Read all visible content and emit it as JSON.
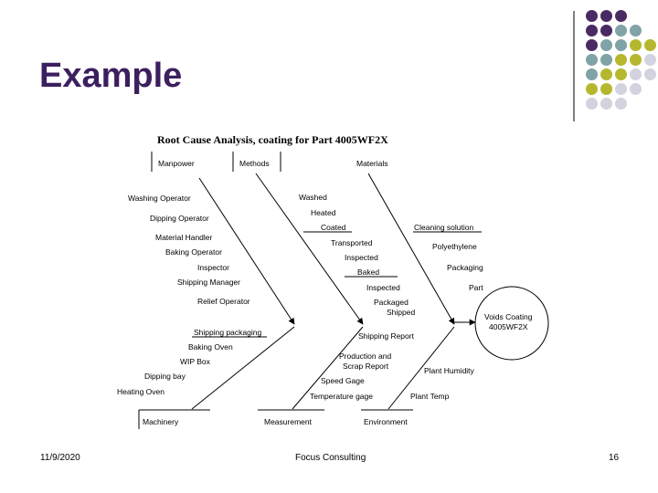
{
  "slide": {
    "title": "Example",
    "date": "11/9/2020",
    "company": "Focus Consulting",
    "page_number": "16",
    "palette": [
      "#4a2a63",
      "#7fa3a6",
      "#b5b82e",
      "#d3d3e0"
    ]
  },
  "diagram": {
    "title": "Root Cause Analysis, coating for Part 4005WF2X",
    "categories": {
      "manpower": "Manpower",
      "methods": "Methods",
      "materials": "Materials",
      "machinery": "Machinery",
      "measurement": "Measurement",
      "environment": "Environment"
    },
    "manpower_causes": [
      "Washing Operator",
      "Dipping Operator",
      "Material Handler",
      "Baking Operator",
      "Inspector",
      "Shipping Manager",
      "Relief Operator"
    ],
    "methods_causes": [
      "Washed",
      "Heated",
      "Coated",
      "Transported",
      "Inspected",
      "Baked",
      "Inspected",
      "Packaged",
      "Shipped"
    ],
    "materials_causes": [
      "Cleaning solution",
      "Polyethylene",
      "Packaging",
      "Part"
    ],
    "machinery_causes": [
      "Shipping packaging",
      "Baking Oven",
      "WIP Box",
      "Dipping bay",
      "Heating Oven"
    ],
    "measurement_causes": [
      "Shipping Report",
      "Production and",
      "Scrap Report",
      "Speed Gage",
      "Temperature gage"
    ],
    "environment_causes": [
      "Plant Humidity",
      "Plant Temp"
    ],
    "effect": [
      "Voids Coating",
      "4005WF2X"
    ]
  }
}
